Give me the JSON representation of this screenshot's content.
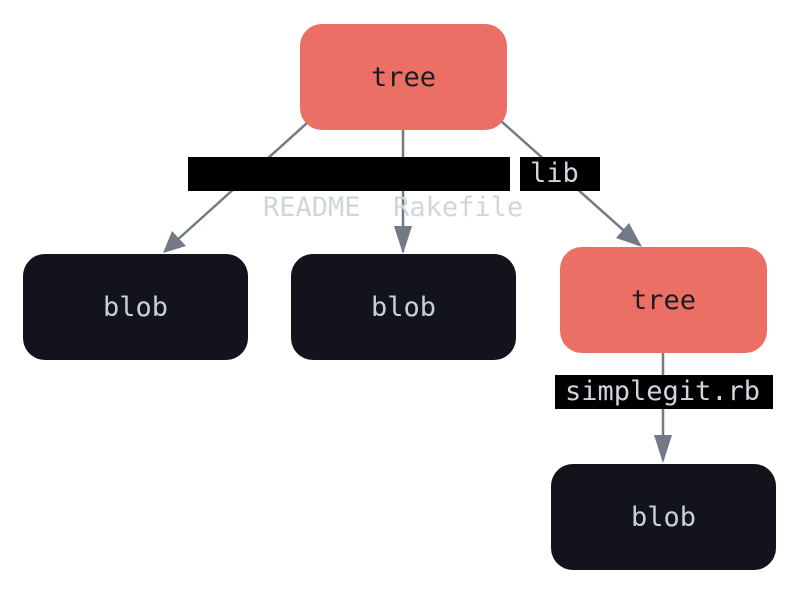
{
  "nodes": {
    "root_tree": "tree",
    "readme_blob": "blob",
    "rakefile_blob": "blob",
    "lib_tree": "tree",
    "simplegit_blob": "blob"
  },
  "edges": {
    "readme": "README",
    "rakefile": "Rakefile",
    "lib": "lib",
    "simplegit": "simplegit.rb"
  },
  "colors": {
    "tree_fill": "#ec6f66",
    "blob_fill": "#13131b",
    "edge_stroke": "#727a85",
    "label_bg": "#000000"
  }
}
